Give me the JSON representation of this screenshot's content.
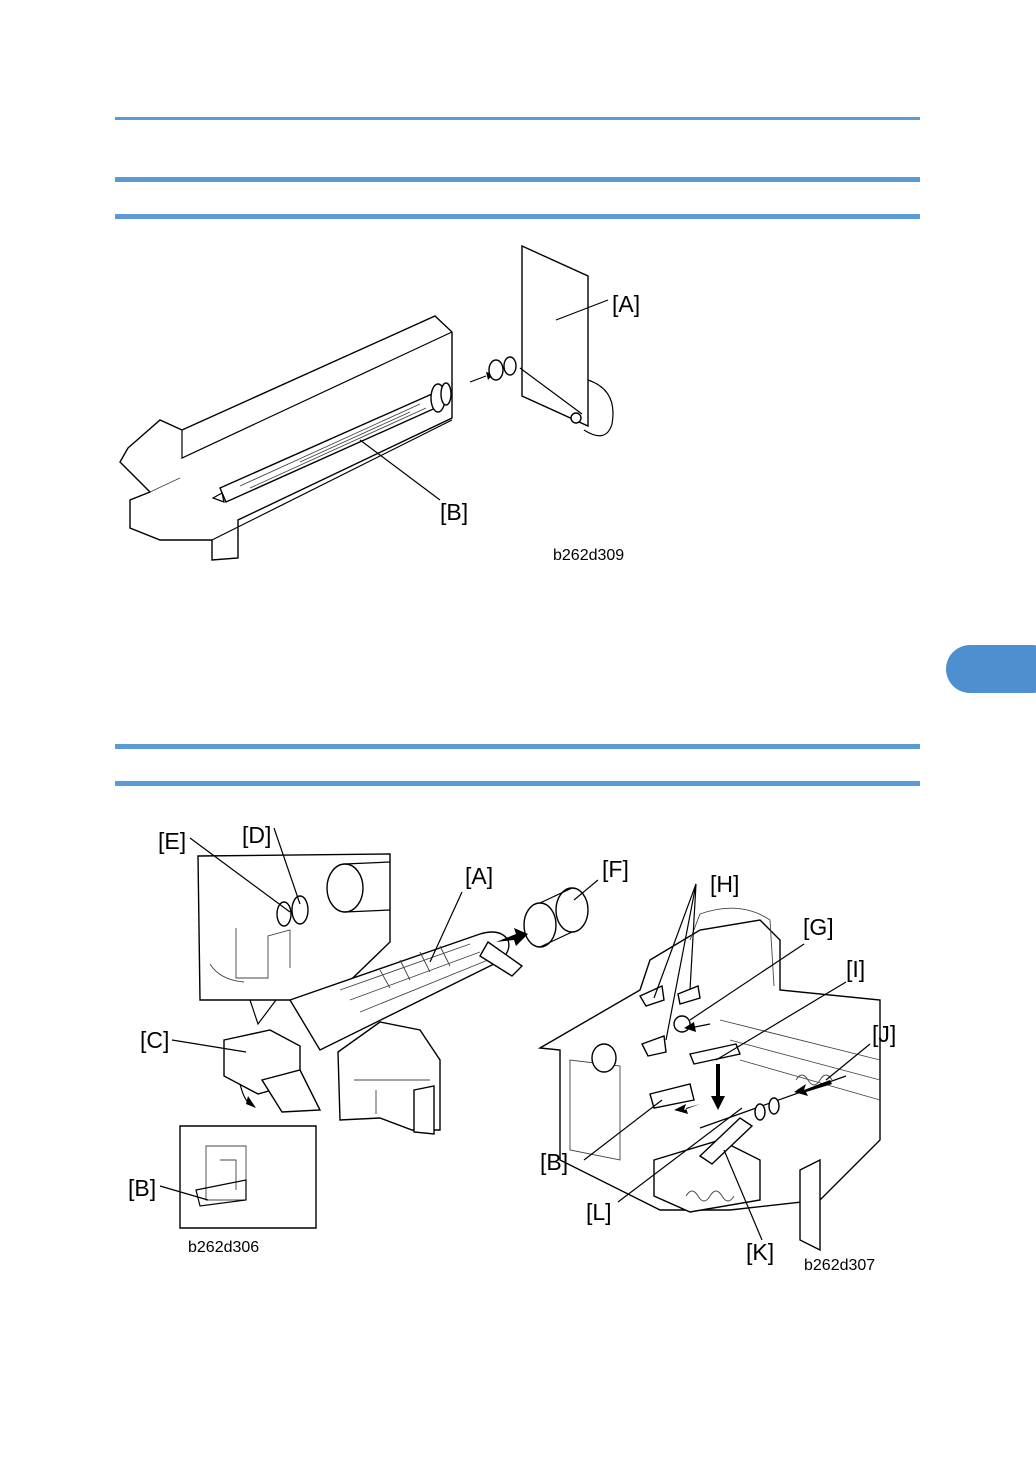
{
  "page": {
    "accent_color": "#5b9bd5",
    "tab_color": "#4e8fd0"
  },
  "figure1": {
    "labels": [
      "[A]",
      "[B]"
    ],
    "code": "b262d309"
  },
  "figure2": {
    "left_labels": [
      "[E]",
      "[D]",
      "[A]",
      "[F]",
      "[C]",
      "[B]"
    ],
    "left_code": "b262d306",
    "right_labels": [
      "[H]",
      "[G]",
      "[I]",
      "[J]",
      "[B]",
      "[L]",
      "[K]"
    ],
    "right_code": "b262d307"
  }
}
